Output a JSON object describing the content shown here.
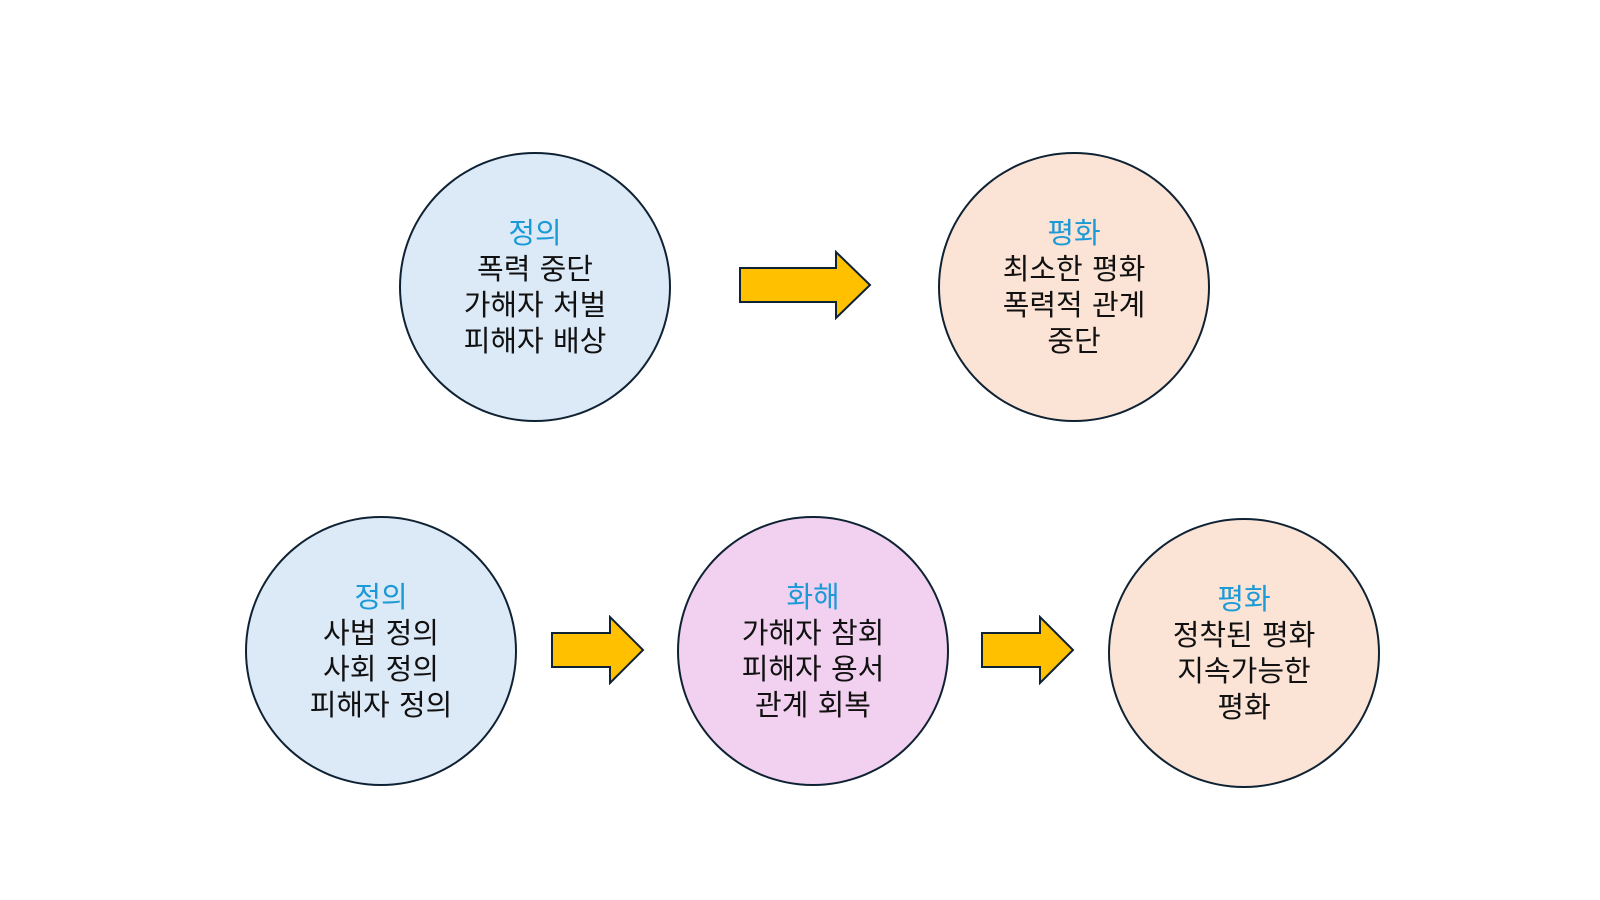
{
  "colors": {
    "title_text": "#1a9ad6",
    "body_text": "#111111",
    "justice_fill": "#dce9f7",
    "peace_fill": "#fbe3d6",
    "reconcile_fill": "#f2d0ef",
    "arrow_fill": "#ffc000",
    "outline": "#0f2233"
  },
  "top_row": {
    "justice": {
      "title": "정의",
      "lines": [
        "폭력 중단",
        "가해자 처벌",
        "피해자 배상"
      ]
    },
    "arrow_icon": "right-arrow-icon",
    "peace": {
      "title": "평화",
      "lines": [
        "최소한 평화",
        "폭력적 관계",
        "중단"
      ]
    }
  },
  "bottom_row": {
    "justice": {
      "title": "정의",
      "lines": [
        "사법 정의",
        "사회 정의",
        "피해자 정의"
      ]
    },
    "reconciliation": {
      "title": "화해",
      "lines": [
        "가해자 참회",
        "피해자 용서",
        "관계 회복"
      ]
    },
    "peace": {
      "title": "평화",
      "lines": [
        "정착된 평화",
        "지속가능한",
        "평화"
      ]
    },
    "arrow_icon": "right-arrow-icon"
  }
}
